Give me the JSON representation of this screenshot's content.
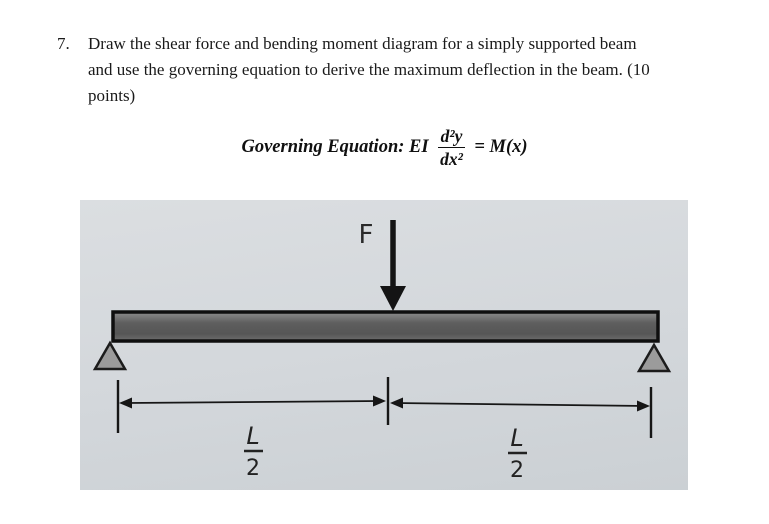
{
  "problem": {
    "number": "7.",
    "line1": "Draw the shear force and bending moment diagram for a simply supported beam",
    "line2": "and use the governing equation to derive the maximum deflection in the beam.  (10",
    "line3": "points)"
  },
  "equation": {
    "prefix": "Governing Equation: EI",
    "frac_num": "d²y",
    "frac_den": "dx²",
    "rhs": "= M(x)"
  },
  "figure": {
    "force_label": "F",
    "left_dim_num": "L",
    "left_dim_den": "2",
    "right_dim_num": "L",
    "right_dim_den": "2",
    "bg_color": "#d5d9dc",
    "beam_color": "#666666",
    "support_color": "#9b9b9b"
  }
}
